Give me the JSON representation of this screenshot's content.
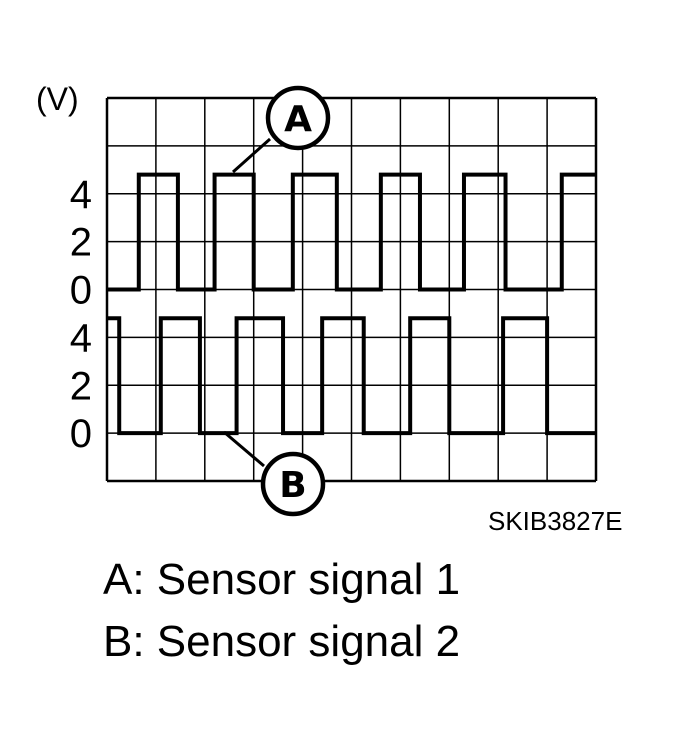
{
  "chart_data": {
    "type": "line",
    "yunit": "(V)",
    "y_ticks_upper": [
      "4",
      "2",
      "0"
    ],
    "y_ticks_lower": [
      "4",
      "2",
      "0"
    ],
    "grid": true,
    "grid_divisions": {
      "x": 10,
      "y": 8
    },
    "ylim_per_trace": [
      0,
      5
    ],
    "series": [
      {
        "name": "A",
        "low": 0,
        "high": 4.8,
        "transitions_div": [
          0.65,
          1.45,
          2.2,
          3.0,
          3.8,
          4.7,
          5.6,
          6.4,
          7.3,
          8.15,
          9.3
        ]
      },
      {
        "name": "B",
        "low": 0,
        "high": 4.8,
        "start_high": true,
        "transitions_div": [
          0.25,
          1.1,
          1.9,
          2.65,
          3.6,
          4.4,
          5.25,
          6.2,
          7.0,
          8.1,
          9.0
        ]
      }
    ],
    "markers": [
      "A",
      "B"
    ]
  },
  "figure_code": "SKIB3827E",
  "legend": {
    "a": "A: Sensor signal 1",
    "b": "B: Sensor signal 2"
  }
}
